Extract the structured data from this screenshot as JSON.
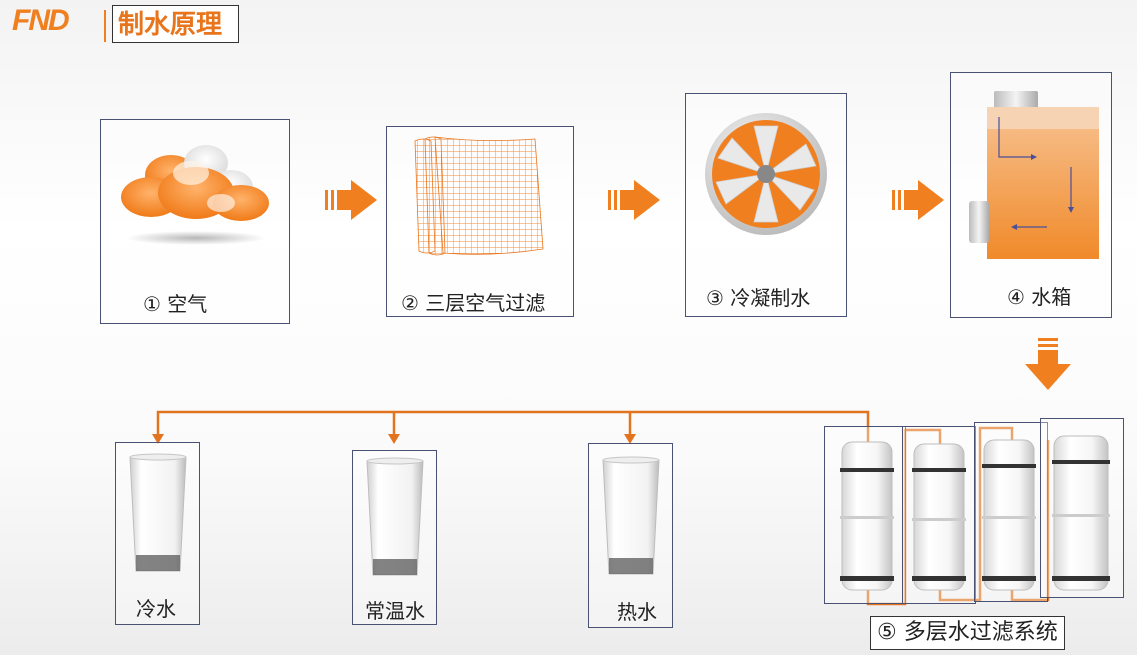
{
  "header": {
    "logo": "FND",
    "title": "制水原理"
  },
  "steps": [
    {
      "label": "① 空气",
      "icon": "cloud-icon"
    },
    {
      "label": "② 三层空气过滤",
      "icon": "mesh-filter-icon"
    },
    {
      "label": "③ 冷凝制水",
      "icon": "fan-icon"
    },
    {
      "label": "④ 水箱",
      "icon": "water-tank-icon"
    }
  ],
  "outputs": [
    {
      "label": "冷水",
      "icon": "glass-icon"
    },
    {
      "label": "常温水",
      "icon": "glass-icon"
    },
    {
      "label": "热水",
      "icon": "glass-icon"
    }
  ],
  "filter_system": {
    "label": "⑤ 多层水过滤系统",
    "icon": "filter-cartridge-icon"
  },
  "colors": {
    "accent": "#f07f1f",
    "box_border": "#4a5273",
    "pipe": "#e2731f"
  }
}
